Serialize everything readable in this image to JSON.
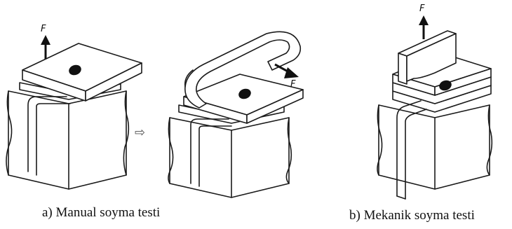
{
  "figure": {
    "force_symbol": "F",
    "arrow_glyph": "⇨",
    "panel_a": {
      "caption": "a) Manual soyma testi"
    },
    "panel_b": {
      "caption": "b) Mekanik soyma testi"
    }
  }
}
